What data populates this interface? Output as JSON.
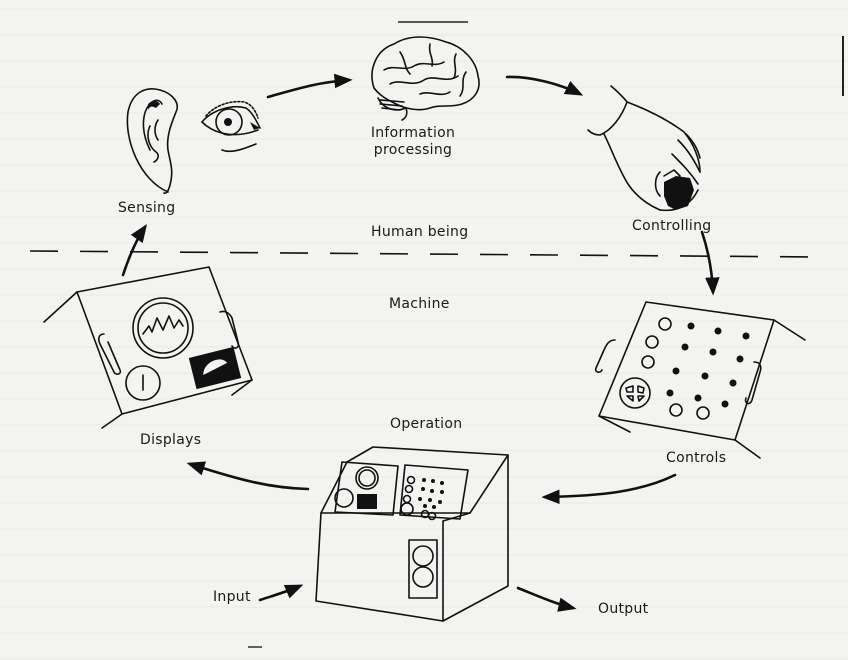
{
  "figure": {
    "regions": {
      "human": "Human being",
      "machine": "Machine"
    },
    "stages": {
      "sensing": "Sensing",
      "information_processing": [
        "Information",
        "processing"
      ],
      "controlling": "Controlling",
      "controls": "Controls",
      "operation": "Operation",
      "displays": "Displays",
      "input": "Input",
      "output": "Output"
    },
    "icons": {
      "sensing": [
        "ear-icon",
        "eye-icon"
      ],
      "information_processing": "brain-icon",
      "controlling": "hand-icon",
      "controls": "control-panel-icon",
      "operation": "machine-console-icon",
      "displays": "display-panel-icon"
    },
    "flow": [
      "Sensing -> Information processing",
      "Information processing -> Controlling",
      "Controlling -> Controls",
      "Controls -> Operation",
      "Operation -> Displays",
      "Displays -> Sensing",
      "Input -> Operation",
      "Operation -> Output"
    ],
    "colors": {
      "ink": "#111111",
      "paper": "#f3f3f1"
    }
  }
}
